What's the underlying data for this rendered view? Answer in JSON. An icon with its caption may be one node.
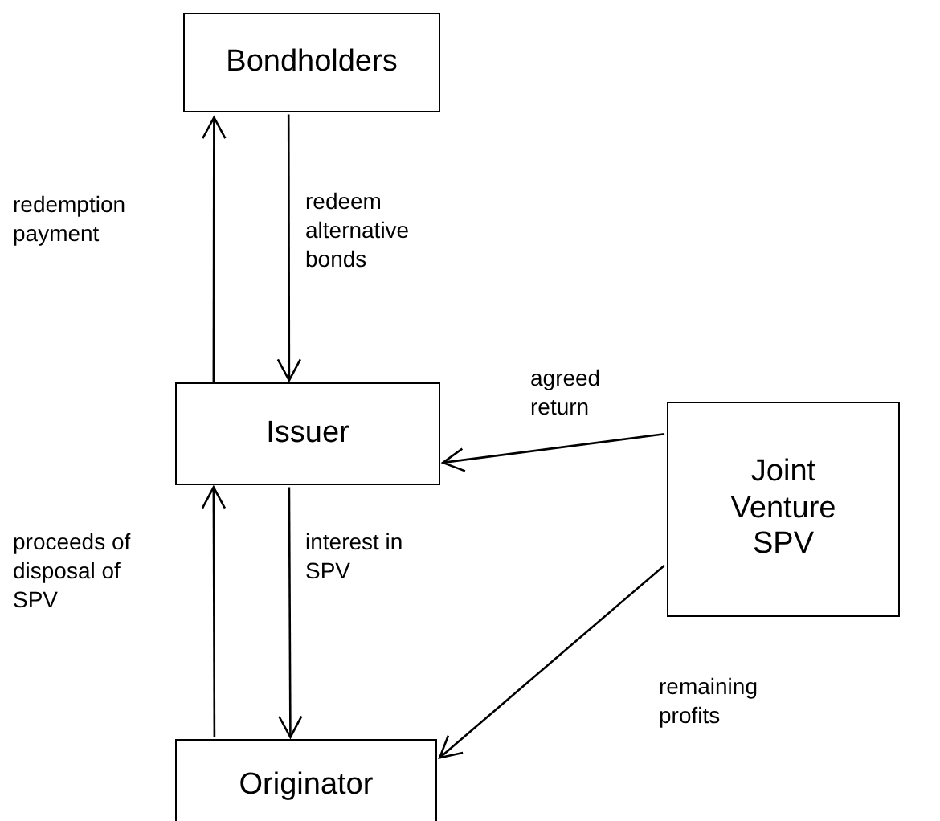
{
  "diagram": {
    "nodes": [
      {
        "text": [
          "Bondholders"
        ]
      },
      {
        "text": [
          "Issuer"
        ]
      },
      {
        "text": [
          "Joint Venture SPV"
        ]
      },
      {
        "text": [
          "Originator"
        ]
      }
    ],
    "edges": [
      {
        "from": 1,
        "to": 0,
        "arrow": "to",
        "label": "redemption payment"
      },
      {
        "from": 0,
        "to": 1,
        "arrow": "to",
        "label": "redeem alternative bonds"
      },
      {
        "from": 2,
        "to": 1,
        "arrow": "to",
        "label": "agreed return"
      },
      {
        "from": 3,
        "to": 1,
        "arrow": "to",
        "label": "proceeds of disposal of SPV"
      },
      {
        "from": 1,
        "to": 3,
        "arrow": "to",
        "label": "interest in SPV"
      },
      {
        "from": 2,
        "to": 3,
        "arrow": "to",
        "label": "remaining profits"
      }
    ]
  }
}
